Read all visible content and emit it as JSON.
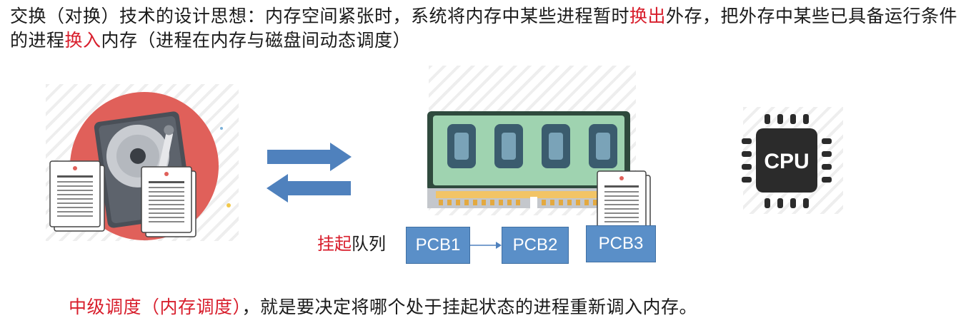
{
  "intro": {
    "part1": "交换（对换）技术的设计思想：内存空间紧张时，系统将内存中某些进程暂时",
    "swap_out": "换出",
    "part2": "外存，把外存中某些已具备运行条件的进程",
    "swap_in": "换入",
    "part3": "内存（进程在内存与磁盘间动态调度）"
  },
  "queue": {
    "label_red": "挂起",
    "label_rest": "队列",
    "pcbs": [
      "PCB1",
      "PCB2",
      "PCB3"
    ]
  },
  "cpu": {
    "label": "CPU"
  },
  "bottom": {
    "highlight": "中级调度（内存调度）",
    "rest": "，就是要决定将哪个处于挂起状态的进程重新调入内存。"
  },
  "colors": {
    "accent_red": "#d81e2c",
    "pcb_blue": "#5a8fc8",
    "arrow_blue": "#4f81bd",
    "disk_circle": "#e0605a",
    "memory_green": "#9fd3b0",
    "cpu_dark": "#2b2b2b"
  },
  "icons": {
    "disk": "hard-disk-icon",
    "memory": "memory-module-icon",
    "cpu": "cpu-chip-icon",
    "document": "document-icon",
    "swap": "swap-arrows-icon"
  }
}
